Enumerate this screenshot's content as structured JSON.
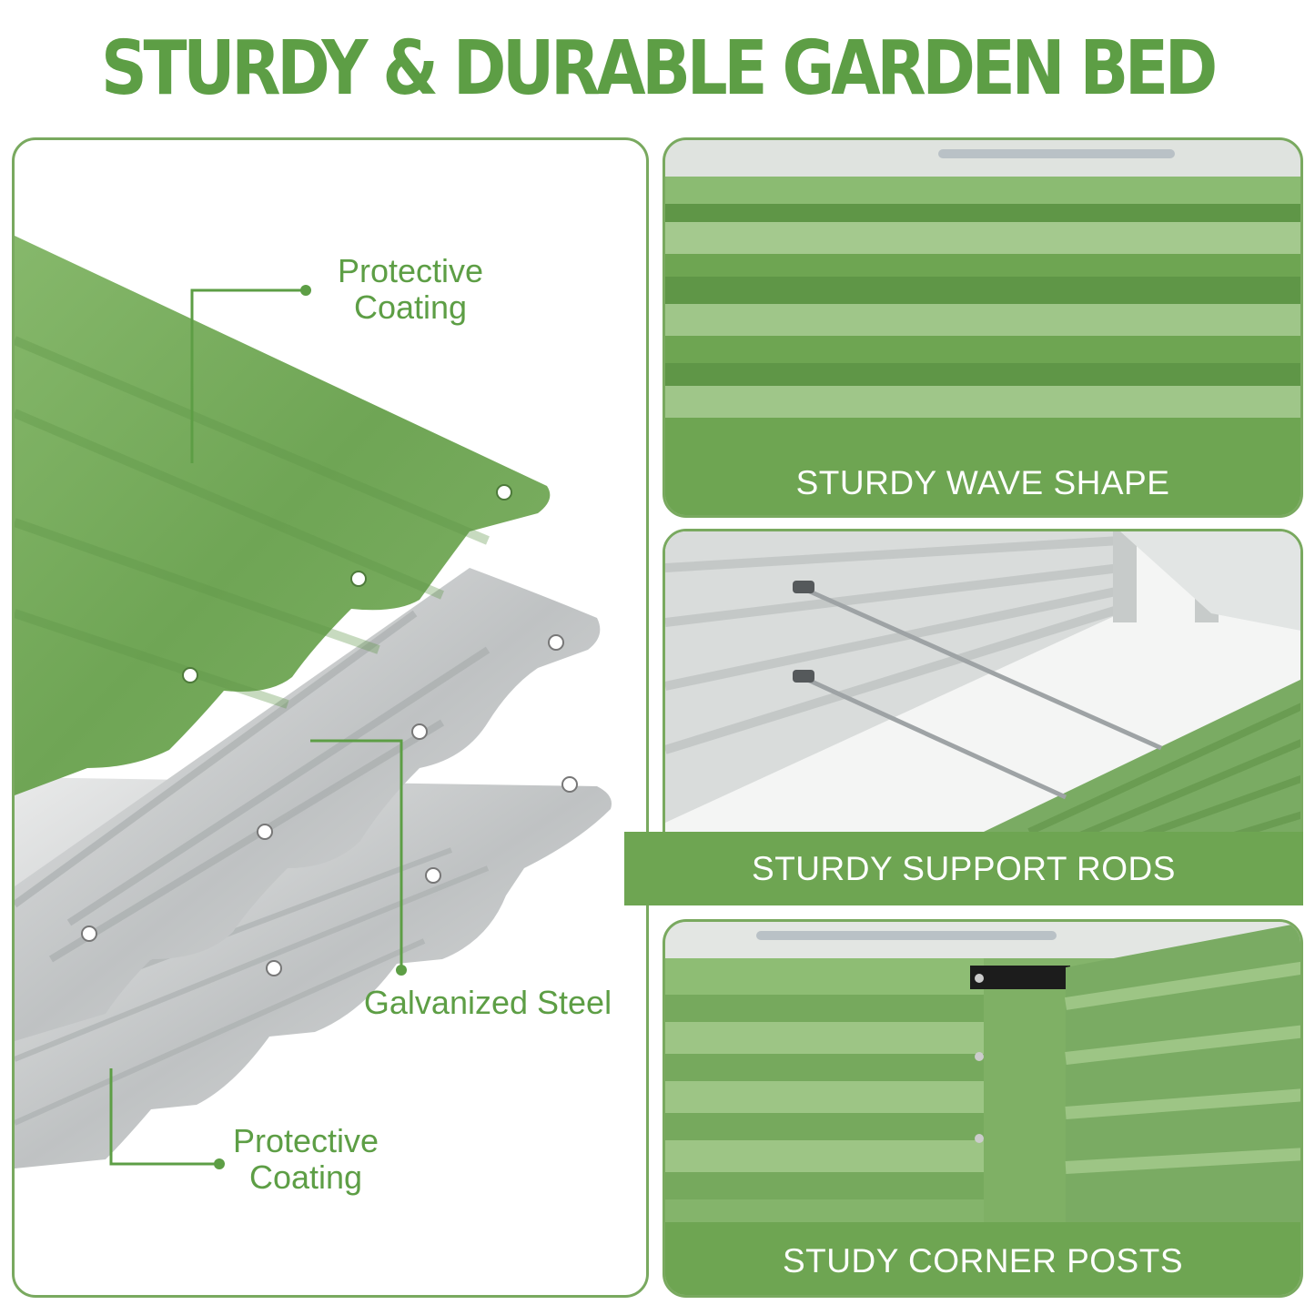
{
  "title": "STURDY & DURABLE GARDEN BED",
  "callouts": {
    "top_coating_line1": "Protective",
    "top_coating_line2": "Coating",
    "galvanized": "Galvanized Steel",
    "bottom_coating_line1": "Protective",
    "bottom_coating_line2": "Coating"
  },
  "features": {
    "wave_shape": "STURDY WAVE SHAPE",
    "support_rods": "STURDY SUPPORT RODS",
    "corner_posts": "STUDY CORNER POSTS"
  },
  "colors": {
    "brand_green": "#5d9e45",
    "banner_green": "#6ea552",
    "panel_green": "#7aab63",
    "steel": "#c9cccd"
  }
}
